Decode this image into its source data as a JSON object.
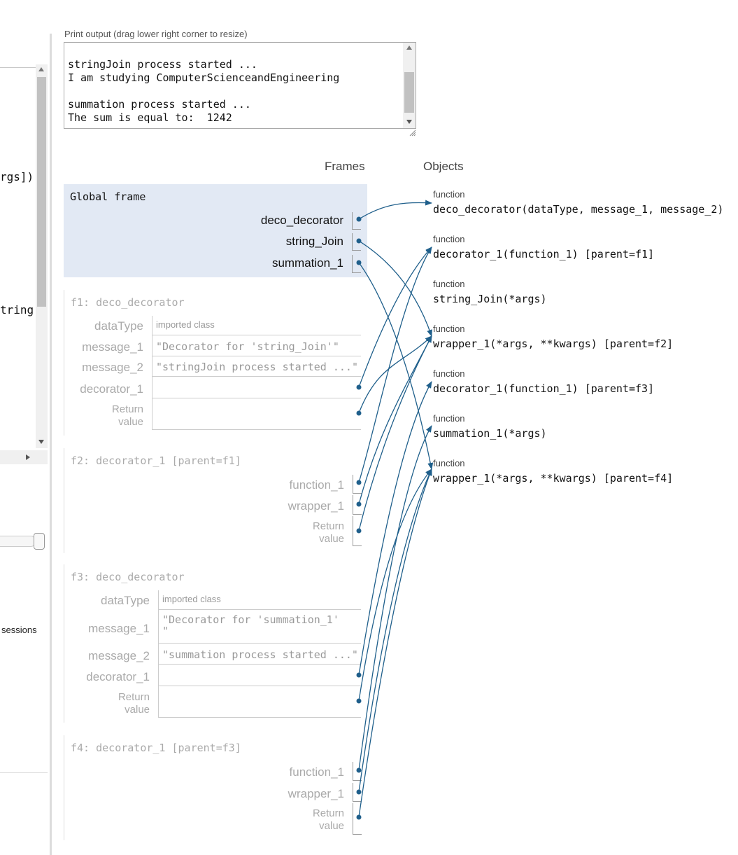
{
  "code_fragments": [
    "rgs])",
    "tring"
  ],
  "left_panel": {
    "sessions_text": "sessions"
  },
  "print_output": {
    "label": "Print output (drag lower right corner to resize)",
    "lines": [
      "stringJoin process started ...",
      "I am studying ComputerScienceandEngineering",
      "",
      "summation process started ...",
      "The sum is equal to:  1242"
    ]
  },
  "headers": {
    "frames": "Frames",
    "objects": "Objects"
  },
  "global_frame": {
    "title": "Global frame",
    "vars": [
      "deco_decorator",
      "string_Join",
      "summation_1"
    ]
  },
  "frames": [
    {
      "title": "f1: deco_decorator",
      "vars": [
        {
          "name": "dataType",
          "value": "imported class"
        },
        {
          "name": "message_1",
          "value": "\"Decorator for 'string_Join'\""
        },
        {
          "name": "message_2",
          "value": "\"stringJoin process started ...\""
        },
        {
          "name": "decorator_1",
          "value": ""
        }
      ],
      "return_label": [
        "Return",
        "value"
      ]
    },
    {
      "title": "f2: decorator_1 [parent=f1]",
      "vars": [
        {
          "name": "function_1"
        },
        {
          "name": "wrapper_1"
        }
      ],
      "return_label": [
        "Return",
        "value"
      ]
    },
    {
      "title": "f3: deco_decorator",
      "vars": [
        {
          "name": "dataType",
          "value": "imported class"
        },
        {
          "name": "message_1",
          "value": "\"Decorator for 'summation_1'\n\""
        },
        {
          "name": "message_2",
          "value": "\"summation process started ...\""
        },
        {
          "name": "decorator_1",
          "value": ""
        }
      ],
      "return_label": [
        "Return",
        "value"
      ]
    },
    {
      "title": "f4: decorator_1 [parent=f3]",
      "vars": [
        {
          "name": "function_1"
        },
        {
          "name": "wrapper_1"
        }
      ],
      "return_label": [
        "Return",
        "value"
      ]
    }
  ],
  "objects": [
    {
      "type": "function",
      "signature": "deco_decorator(dataType, message_1, message_2)"
    },
    {
      "type": "function",
      "signature": "decorator_1(function_1) [parent=f1]"
    },
    {
      "type": "function",
      "signature": "string_Join(*args)"
    },
    {
      "type": "function",
      "signature": "wrapper_1(*args, **kwargs) [parent=f2]"
    },
    {
      "type": "function",
      "signature": "decorator_1(function_1) [parent=f3]"
    },
    {
      "type": "function",
      "signature": "summation_1(*args)"
    },
    {
      "type": "function",
      "signature": "wrapper_1(*args, **kwargs) [parent=f4]"
    }
  ],
  "colors": {
    "arrow": "#1f5f8b",
    "global_frame_bg": "#e2e9f4"
  }
}
